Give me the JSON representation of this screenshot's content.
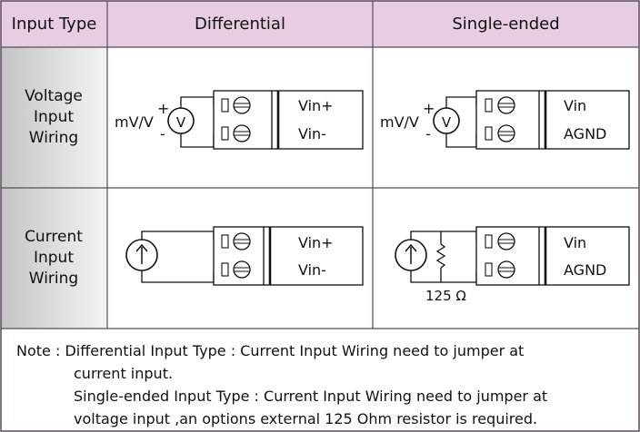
{
  "header": {
    "input_type": "Input Type",
    "differential": "Differential",
    "single_ended": "Single-ended"
  },
  "rows": {
    "voltage": [
      "Voltage",
      "Input",
      "Wiring"
    ],
    "current": [
      "Current",
      "Input",
      "Wiring"
    ]
  },
  "symbols": {
    "source_label": "mV/V",
    "plus": "+",
    "minus": "-",
    "meter": "V",
    "resistor_value": "125 Ω"
  },
  "terminals": {
    "differential": [
      "Vin+",
      "Vin-"
    ],
    "single_ended": [
      "Vin",
      "AGND"
    ]
  },
  "note": {
    "line1": "Note : Differential Input Type : Current Input Wiring need to jumper at",
    "line2": "current input.",
    "line3": "Single-ended Input Type : Current Input Wiring need to jumper at",
    "line4": "voltage input ,an options external 125 Ohm resistor is required."
  },
  "colors": {
    "header_bg": "#e6cde2",
    "side_gradient_dark": "#c4c4c4",
    "side_gradient_light": "#f4f4f4",
    "border": "#5a4a5a"
  }
}
